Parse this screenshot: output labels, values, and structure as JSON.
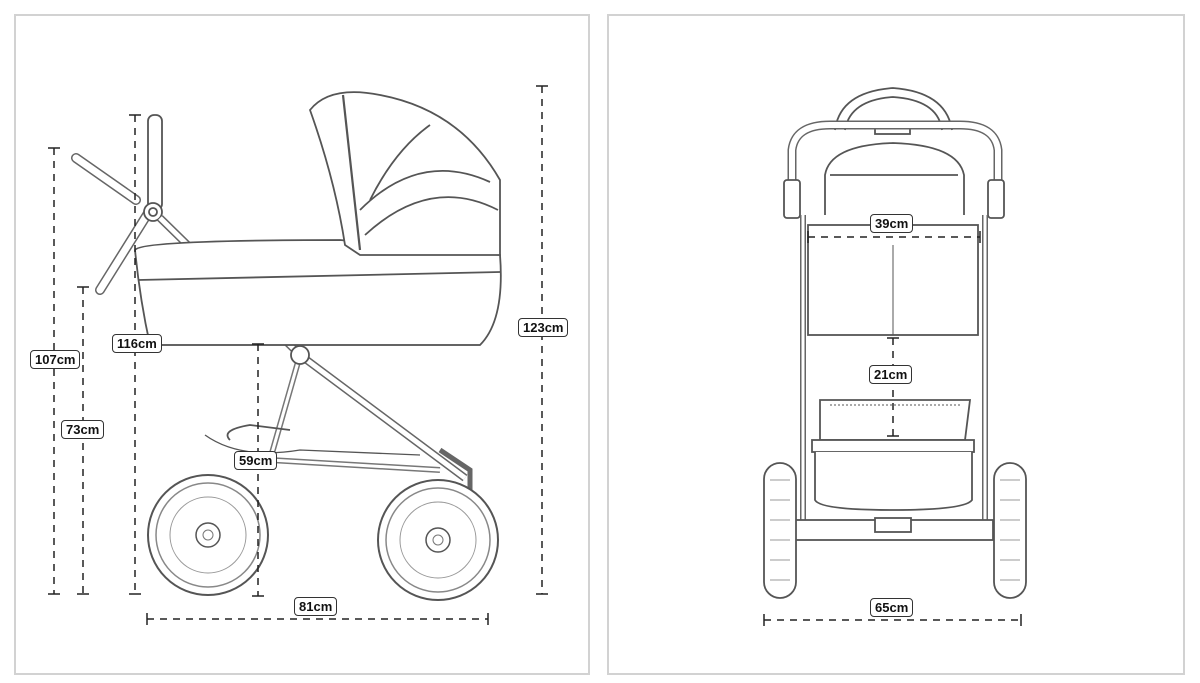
{
  "side_view": {
    "dimensions": {
      "handle_high": "107cm",
      "handle_low": "73cm",
      "handle_bar": "116cm",
      "canopy": "123cm",
      "seat_height": "59cm",
      "length": "81cm"
    }
  },
  "front_view": {
    "dimensions": {
      "seat_width": "39cm",
      "seat_depth": "21cm",
      "width": "65cm"
    }
  }
}
